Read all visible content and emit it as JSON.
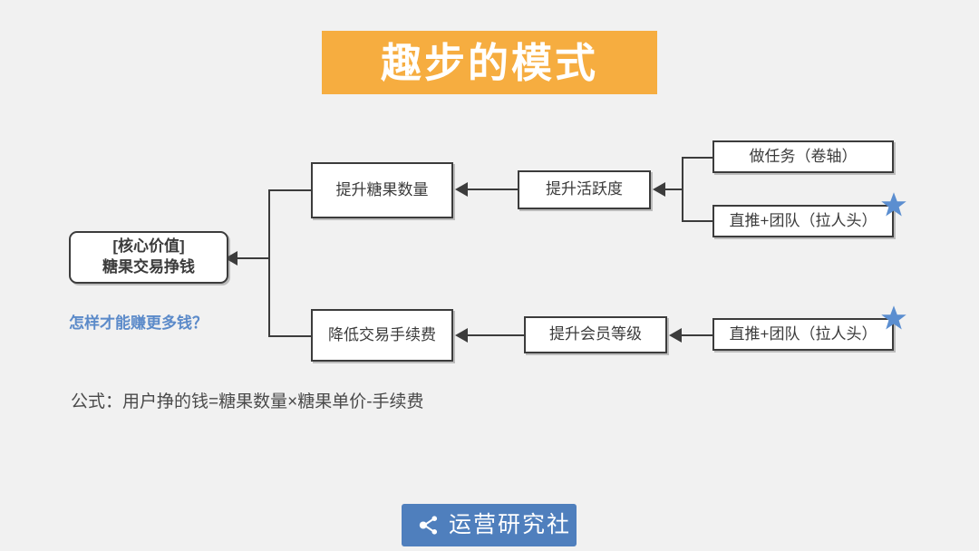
{
  "header": {
    "title": "趣步的模式",
    "banner_color": "#f6ad40",
    "title_color": "#ffffff"
  },
  "diagram": {
    "background_color": "#f1f1f1",
    "box_border_color": "#3c3c3c",
    "box_fill_color": "#ffffff",
    "star_color": "#5b8ed0",
    "nodes": {
      "core_value_line1": "[核心价值]",
      "core_value_line2": "糖果交易挣钱",
      "increase_candy": "提升糖果数量",
      "increase_activity": "提升活跃度",
      "do_tasks": "做任务（卷轴）",
      "referral_top": "直推+团队（拉人头）",
      "reduce_fee": "降低交易手续费",
      "increase_member_level": "提升会员等级",
      "referral_bottom": "直推+团队（拉人头）"
    },
    "star_label": "star-marker"
  },
  "annotations": {
    "question": "怎样才能赚更多钱？",
    "question_color": "#5b8ac9",
    "formula": "公式：用户挣的钱=糖果数量×糖果单价-手续费"
  },
  "footer": {
    "brand": "运营研究社",
    "badge_color": "#4f7fbd",
    "icon": "share-nodes-icon"
  }
}
